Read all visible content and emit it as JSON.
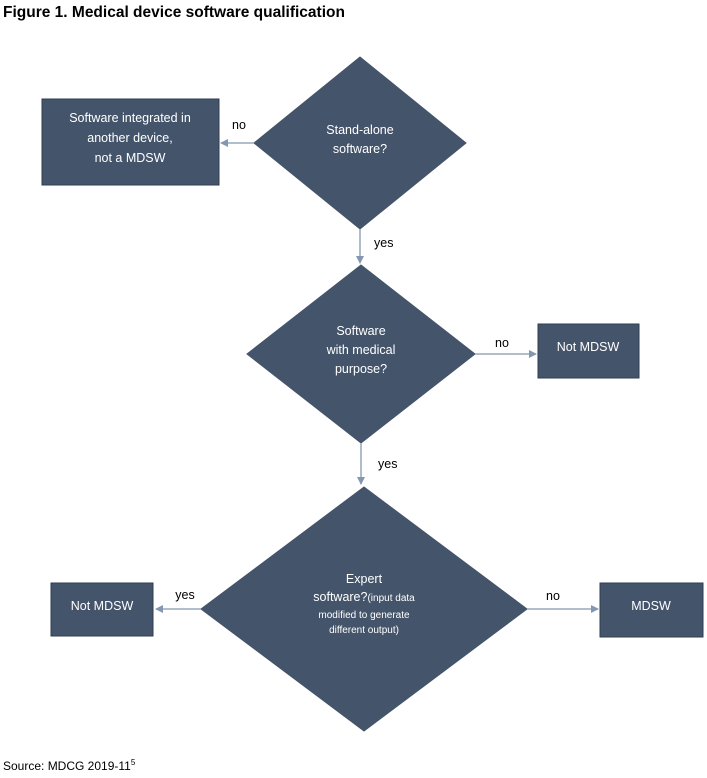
{
  "figure": {
    "title": "Figure 1. Medical device software qualification",
    "source_prefix": "Source: MDCG 2019-11",
    "source_ref": "5"
  },
  "nodes": {
    "q1": {
      "lines": [
        "Stand-alone",
        "software?"
      ]
    },
    "box1": {
      "lines": [
        "Software integrated in",
        "another device,",
        "not a MDSW"
      ]
    },
    "q2": {
      "lines": [
        "Software",
        "with medical",
        "purpose?"
      ]
    },
    "box2": {
      "lines": [
        "Not MDSW"
      ]
    },
    "q3": {
      "line1": "Expert",
      "line2_main": "software?",
      "line2_small": "(input data",
      "line3": "modified to generate",
      "line4": "different output)"
    },
    "box3": {
      "lines": [
        "Not MDSW"
      ]
    },
    "box4": {
      "lines": [
        "MDSW"
      ]
    }
  },
  "edges": {
    "q1_no": "no",
    "q1_yes": "yes",
    "q2_no": "no",
    "q2_yes": "yes",
    "q3_yes": "yes",
    "q3_no": "no"
  },
  "colors": {
    "shape_fill": "#44546a",
    "arrow": "#8497b0",
    "shape_text": "#ffffff"
  }
}
